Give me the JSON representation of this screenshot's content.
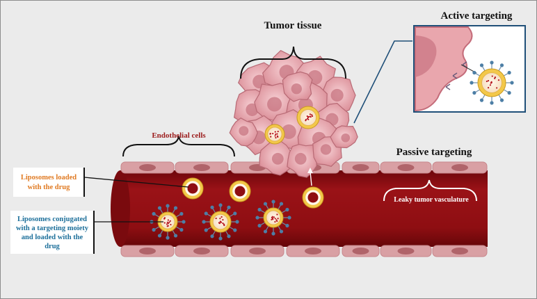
{
  "titles": {
    "tumor_tissue": "Tumor tissue",
    "active_targeting": "Active targeting",
    "passive_targeting": "Passive targeting",
    "endothelial_cells": "Endothelial cells",
    "leaky_vasculature": "Leaky tumor vasculature"
  },
  "legend": {
    "loaded": [
      "Liposomes loaded",
      "with the drug"
    ],
    "conjugated": [
      "Liposomes conjugated",
      "with a targeting moiety",
      "and loaded with the",
      "drug"
    ]
  },
  "colors": {
    "background": "#ebebeb",
    "vessel": "#8e0e12",
    "vessel_dark": "#6e070b",
    "endothelium": "#d9a0a4",
    "endothelial_nucleus": "#b0646a",
    "tumor_cell": "#e9a6ad",
    "tumor_cell_dark": "#c77480",
    "liposome_shell": "#f3c84a",
    "liposome_core": "#fff1de",
    "drug_dot": "#b5121b",
    "ligand": "#4d7fa6",
    "endothelial_label": "#9b1b1b",
    "loaded_label": "#e07a22",
    "conjugated_label": "#1c6f9a",
    "inset_border": "#1f4f78"
  }
}
